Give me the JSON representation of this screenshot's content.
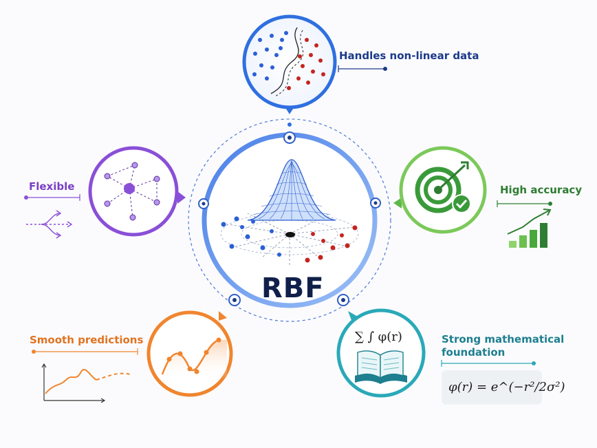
{
  "center": {
    "title": "RBF"
  },
  "benefits": {
    "top": "Handles non-linear data",
    "left": "Flexible",
    "right": "High accuracy",
    "bottom_left": "Smooth predictions",
    "bottom_right": "Strong mathematical foundation"
  },
  "math": {
    "symbols": "∑  ∫ φ(r)",
    "formula": "φ(r) = e^(−r²/2σ²)"
  },
  "colors": {
    "top": "#2f6fe0",
    "flexible": "#8a4fd8",
    "accuracy": "#5cb84a",
    "smooth": "#f0852e",
    "math": "#2aa9b8",
    "center_ring": "#5b8ef0"
  }
}
